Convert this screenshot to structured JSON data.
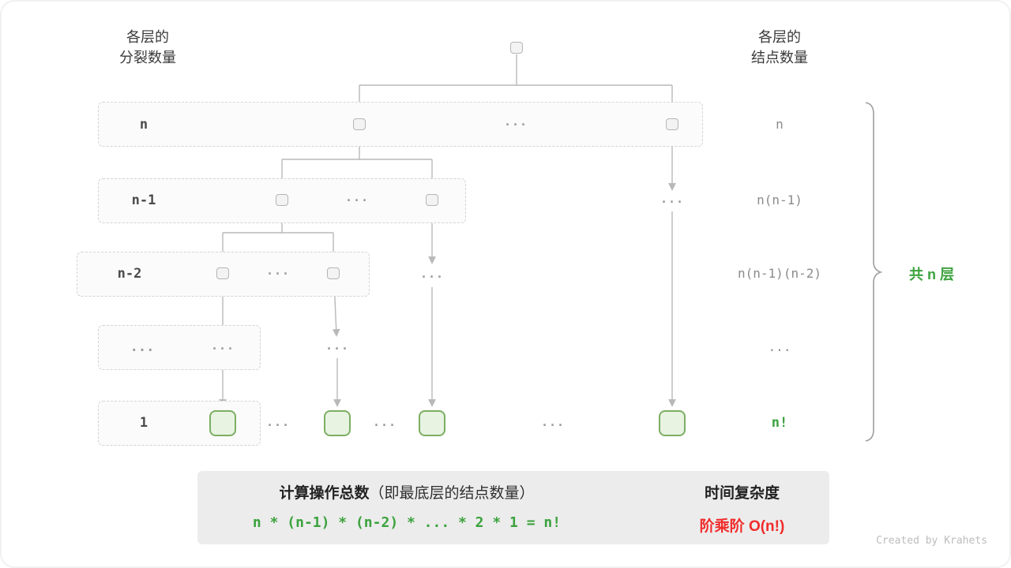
{
  "headers": {
    "left": {
      "line1": "各层的",
      "line2": "分裂数量"
    },
    "right": {
      "line1": "各层的",
      "line2": "结点数量"
    }
  },
  "tree": {
    "ellipsis": "...",
    "rows": [
      {
        "split_label": "n",
        "count_label": "n"
      },
      {
        "split_label": "n-1",
        "count_label": "n(n-1)"
      },
      {
        "split_label": "n-2",
        "count_label": "n(n-1)(n-2)"
      },
      {
        "split_label": "...",
        "count_label": "..."
      },
      {
        "split_label": "1",
        "count_label": "n!"
      }
    ]
  },
  "brace_label": "共 n 层",
  "summary": {
    "total_title": "计算操作总数",
    "total_note": "（即最底层的结点数量）",
    "formula": "n * (n-1) * (n-2) * ... * 2 * 1 = n!",
    "complexity_title": "时间复杂度",
    "complexity_value": "阶乘阶 O(n!)"
  },
  "watermark": "Created by Krahets",
  "colors": {
    "green_text": "#3ca23e",
    "red_text": "#f12b2b",
    "node_green_border": "#7cae63",
    "node_green_fill": "#e8f3e2",
    "node_gray_border": "#b5b5b5",
    "edge_gray": "#b8b8b8"
  }
}
